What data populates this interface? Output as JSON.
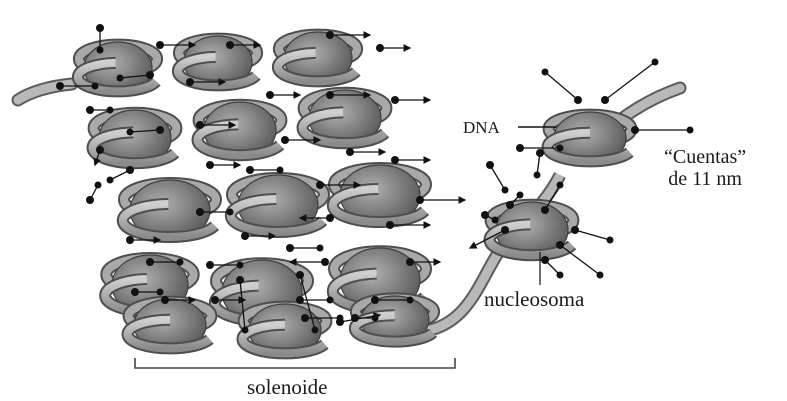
{
  "labels": {
    "dna": "DNA",
    "cuentas_line1": "“Cuentas”",
    "cuentas_line2": "de 11 nm",
    "nucleosoma": "nucleosoma",
    "solenoide": "solenoide"
  },
  "colors": {
    "histone_core": "#7c7c7c",
    "dna_coil": "#a9a9a9",
    "dna_coil_edge": "#4e4e4e",
    "tail_marker": "#111111"
  }
}
